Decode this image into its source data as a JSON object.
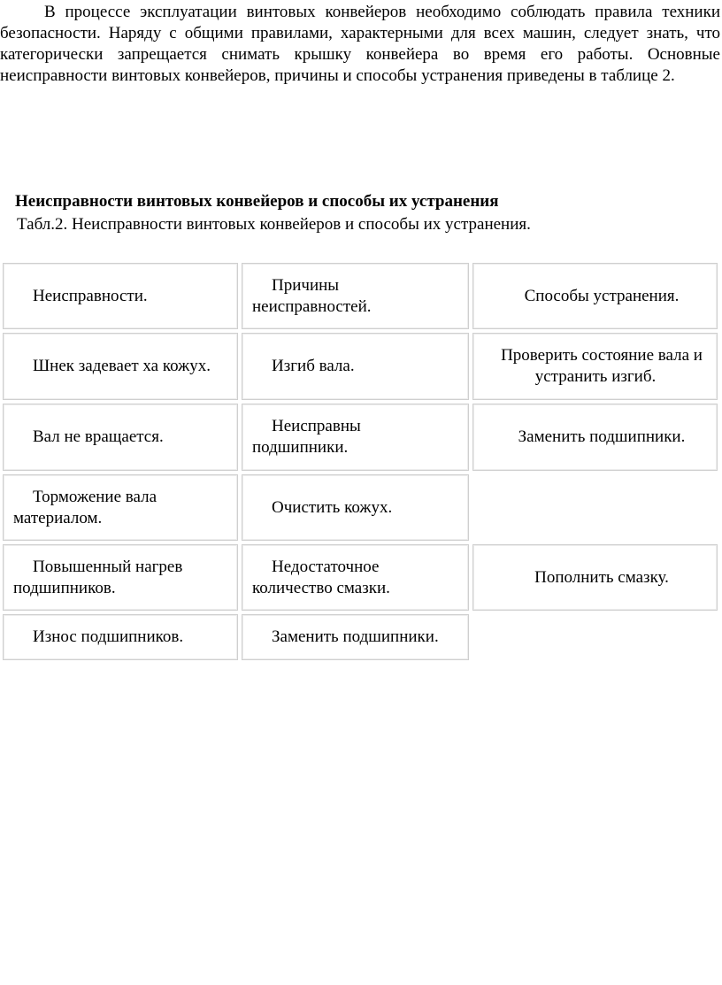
{
  "intro": {
    "paragraph": "В процессе эксплуатации винтовых конвейеров необходимо соблюдать правила техники безопасности. Наряду с общими правилами, характерными для всех машин, следует знать, что категорически запрещается снимать крышку конвейера во время его работы. Основные неисправности винтовых конвейеров, причины и способы устранения приведены в таблице 2."
  },
  "heading": "Неисправности винтовых конвейеров и способы их устранения",
  "caption": "Табл.2. Неисправности винтовых конвейеров и способы их устранения.",
  "table": {
    "headers": [
      "Неисправности.",
      "Причины неисправностей.",
      "Способы устранения."
    ],
    "rows": [
      [
        "Шнек задевает ха кожух.",
        "Изгиб вала.",
        "Проверить состояние вала и устранить изгиб."
      ],
      [
        "Вал не вращается.",
        "Неисправны подшипники.",
        "Заменить подшипники."
      ],
      [
        "Торможение вала материалом.",
        "Очистить кожух.",
        ""
      ],
      [
        "Повышенный нагрев подшипников.",
        "Недостаточное количество смазки.",
        "Пополнить смазку."
      ],
      [
        "Износ подшипников.",
        "Заменить подшипники.",
        ""
      ]
    ]
  }
}
